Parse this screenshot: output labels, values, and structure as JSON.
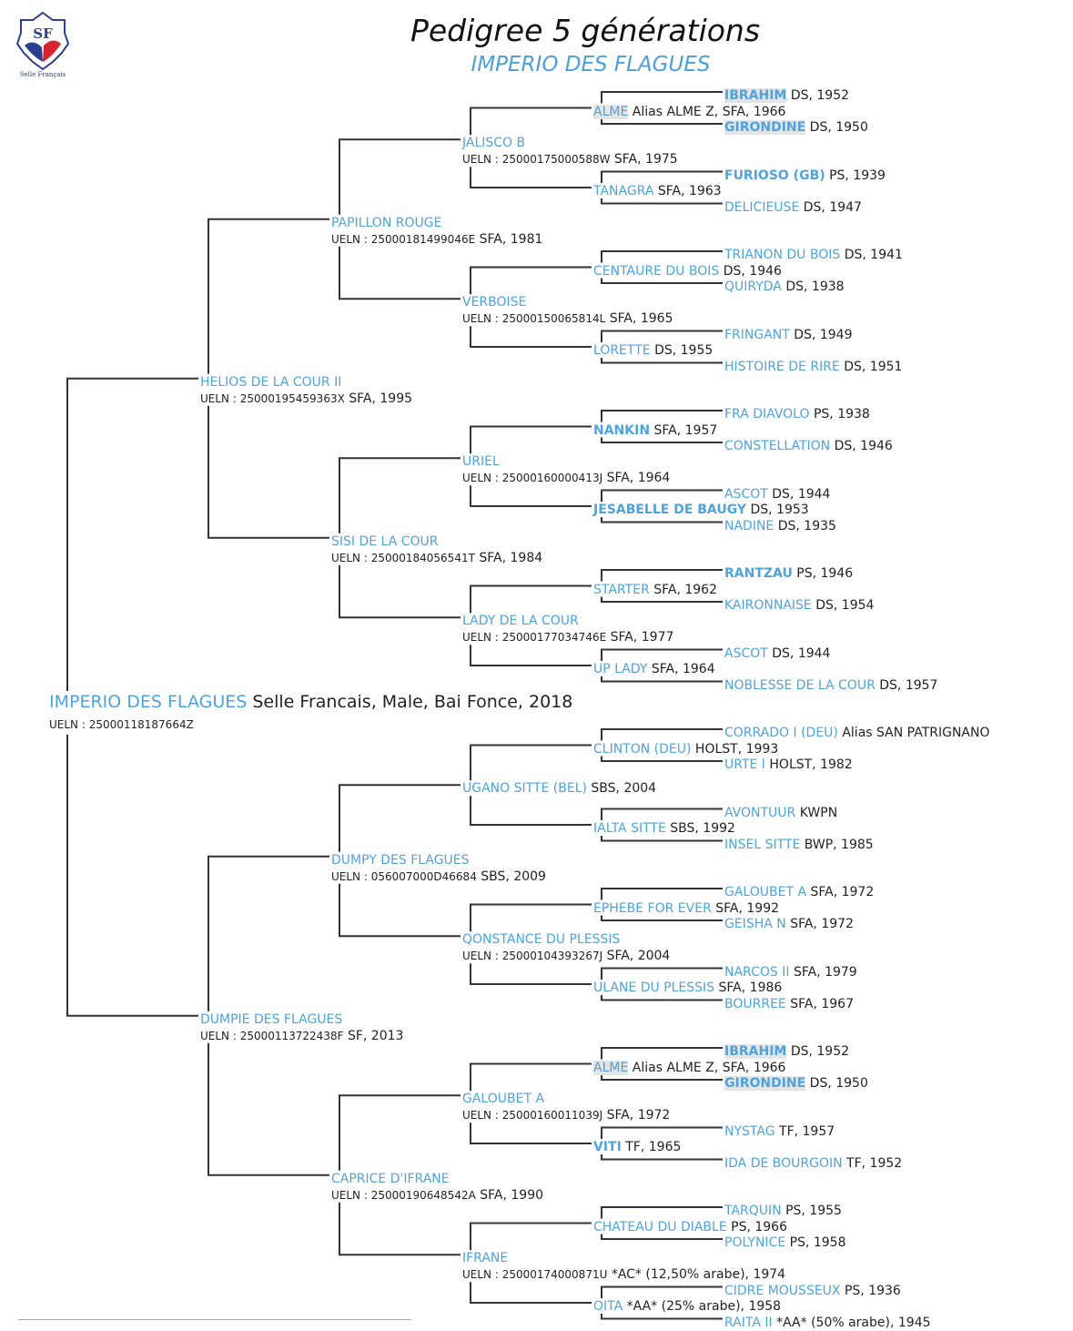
{
  "header": {
    "logo_text": "SF",
    "logo_caption": "Selle Français",
    "title": "Pedigree 5 générations",
    "subtitle": "IMPERIO DES FLAGUES"
  },
  "colors": {
    "name": "#4fa3db",
    "text": "#222222",
    "highlight": "#e4e4e4",
    "line": "#333333"
  },
  "subject": {
    "name": "IMPERIO DES FLAGUES",
    "info": "Selle Francais, Male, Bai Fonce, 2018",
    "ueln": "UELN : 25000118187664Z"
  },
  "ancestors": [
    {
      "name": "HELIOS DE LA COUR II",
      "ueln": "UELN : 25000195459363X",
      "info": "SFA, 1995"
    },
    {
      "name": "DUMPIE DES FLAGUES",
      "ueln": "UELN : 25000113722438F",
      "info": "SF, 2013"
    },
    {
      "name": "PAPILLON ROUGE",
      "ueln": "UELN : 25000181499046E",
      "info": "SFA, 1981"
    },
    {
      "name": "SISI DE LA COUR",
      "ueln": "UELN : 25000184056541T",
      "info": "SFA, 1984"
    },
    {
      "name": "DUMPY DES FLAGUES",
      "ueln": "UELN : 056007000D46684",
      "info": "SBS, 2009"
    },
    {
      "name": "CAPRICE D'IFRANE",
      "ueln": "UELN : 25000190648542A",
      "info": "SFA, 1990"
    },
    {
      "name": "JALISCO B",
      "ueln": "UELN : 25000175000588W",
      "info": "SFA, 1975"
    },
    {
      "name": "VERBOISE",
      "ueln": "UELN : 25000150065814L",
      "info": "SFA, 1965"
    },
    {
      "name": "URIEL",
      "ueln": "UELN : 25000160000413J",
      "info": "SFA, 1964"
    },
    {
      "name": "LADY DE LA COUR",
      "ueln": "UELN : 25000177034746E",
      "info": "SFA, 1977"
    },
    {
      "name": "UGANO SITTE (BEL)",
      "info": "SBS, 2004"
    },
    {
      "name": "QONSTANCE DU PLESSIS",
      "ueln": "UELN : 25000104393267J",
      "info": "SFA, 2004"
    },
    {
      "name": "GALOUBET A",
      "ueln": "UELN : 25000160011039J",
      "info": "SFA, 1972"
    },
    {
      "name": "IFRANE",
      "ueln": "UELN : 25000174000871U",
      "info": "*AC* (12,50% arabe), 1974"
    },
    {
      "name": "ALME",
      "info": "Alias ALME Z, SFA, 1966",
      "highlight": true
    },
    {
      "name": "TANAGRA",
      "info": "SFA, 1963"
    },
    {
      "name": "CENTAURE DU BOIS",
      "info": "DS, 1946"
    },
    {
      "name": "LORETTE",
      "info": "DS, 1955"
    },
    {
      "name": "NANKIN",
      "info": "SFA, 1957",
      "bold": true
    },
    {
      "name": "JESABELLE DE BAUGY",
      "info": "DS, 1953",
      "bold": true
    },
    {
      "name": "STARTER",
      "info": "SFA, 1962"
    },
    {
      "name": "UP LADY",
      "info": "SFA, 1964"
    },
    {
      "name": "CLINTON (DEU)",
      "info": "HOLST, 1993"
    },
    {
      "name": "IALTA SITTE",
      "info": "SBS, 1992"
    },
    {
      "name": "EPHEBE FOR EVER",
      "info": "SFA, 1992"
    },
    {
      "name": "ULANE DU PLESSIS",
      "info": "SFA, 1986"
    },
    {
      "name": "ALME",
      "info": "Alias ALME Z, SFA, 1966",
      "highlight": true
    },
    {
      "name": "VITI",
      "info": "TF, 1965",
      "bold": true
    },
    {
      "name": "CHATEAU DU DIABLE",
      "info": "PS, 1966"
    },
    {
      "name": "OITA",
      "info": "*AA* (25% arabe), 1958"
    },
    {
      "name": "IBRAHIM",
      "info": "DS, 1952",
      "bold": true,
      "highlight": true
    },
    {
      "name": "GIRONDINE",
      "info": "DS, 1950",
      "bold": true,
      "highlight": true
    },
    {
      "name": "FURIOSO (GB)",
      "info": "PS, 1939",
      "bold": true
    },
    {
      "name": "DELICIEUSE",
      "info": "DS, 1947"
    },
    {
      "name": "TRIANON DU BOIS",
      "info": "DS, 1941"
    },
    {
      "name": "QUIRYDA",
      "info": "DS, 1938"
    },
    {
      "name": "FRINGANT",
      "info": "DS, 1949"
    },
    {
      "name": "HISTOIRE DE RIRE",
      "info": "DS, 1951"
    },
    {
      "name": "FRA DIAVOLO",
      "info": "PS, 1938"
    },
    {
      "name": "CONSTELLATION",
      "info": "DS, 1946"
    },
    {
      "name": "ASCOT",
      "info": "DS, 1944"
    },
    {
      "name": "NADINE",
      "info": "DS, 1935"
    },
    {
      "name": "RANTZAU",
      "info": "PS, 1946",
      "bold": true
    },
    {
      "name": "KAIRONNAISE",
      "info": "DS, 1954"
    },
    {
      "name": "ASCOT",
      "info": "DS, 1944"
    },
    {
      "name": "NOBLESSE DE LA COUR",
      "info": "DS, 1957"
    },
    {
      "name": "CORRADO I (DEU)",
      "info": "Alias SAN PATRIGNANO"
    },
    {
      "name": "URTE I",
      "info": "HOLST, 1982"
    },
    {
      "name": "AVONTUUR",
      "info": "KWPN"
    },
    {
      "name": "INSEL SITTE",
      "info": "BWP, 1985"
    },
    {
      "name": "GALOUBET A",
      "info": "SFA, 1972"
    },
    {
      "name": "GEISHA N",
      "info": "SFA, 1972"
    },
    {
      "name": "NARCOS II",
      "info": "SFA, 1979"
    },
    {
      "name": "BOURREE",
      "info": "SFA, 1967"
    },
    {
      "name": "IBRAHIM",
      "info": "DS, 1952",
      "bold": true,
      "highlight": true
    },
    {
      "name": "GIRONDINE",
      "info": "DS, 1950",
      "bold": true,
      "highlight": true
    },
    {
      "name": "NYSTAG",
      "info": "TF, 1957"
    },
    {
      "name": "IDA DE BOURGOIN",
      "info": "TF, 1952"
    },
    {
      "name": "TARQUIN",
      "info": "PS, 1955"
    },
    {
      "name": "POLYNICE",
      "info": "PS, 1958"
    },
    {
      "name": "CIDRE MOUSSEUX",
      "info": "PS, 1936"
    },
    {
      "name": "RAITA II",
      "info": "*AA* (50% arabe), 1945"
    }
  ]
}
